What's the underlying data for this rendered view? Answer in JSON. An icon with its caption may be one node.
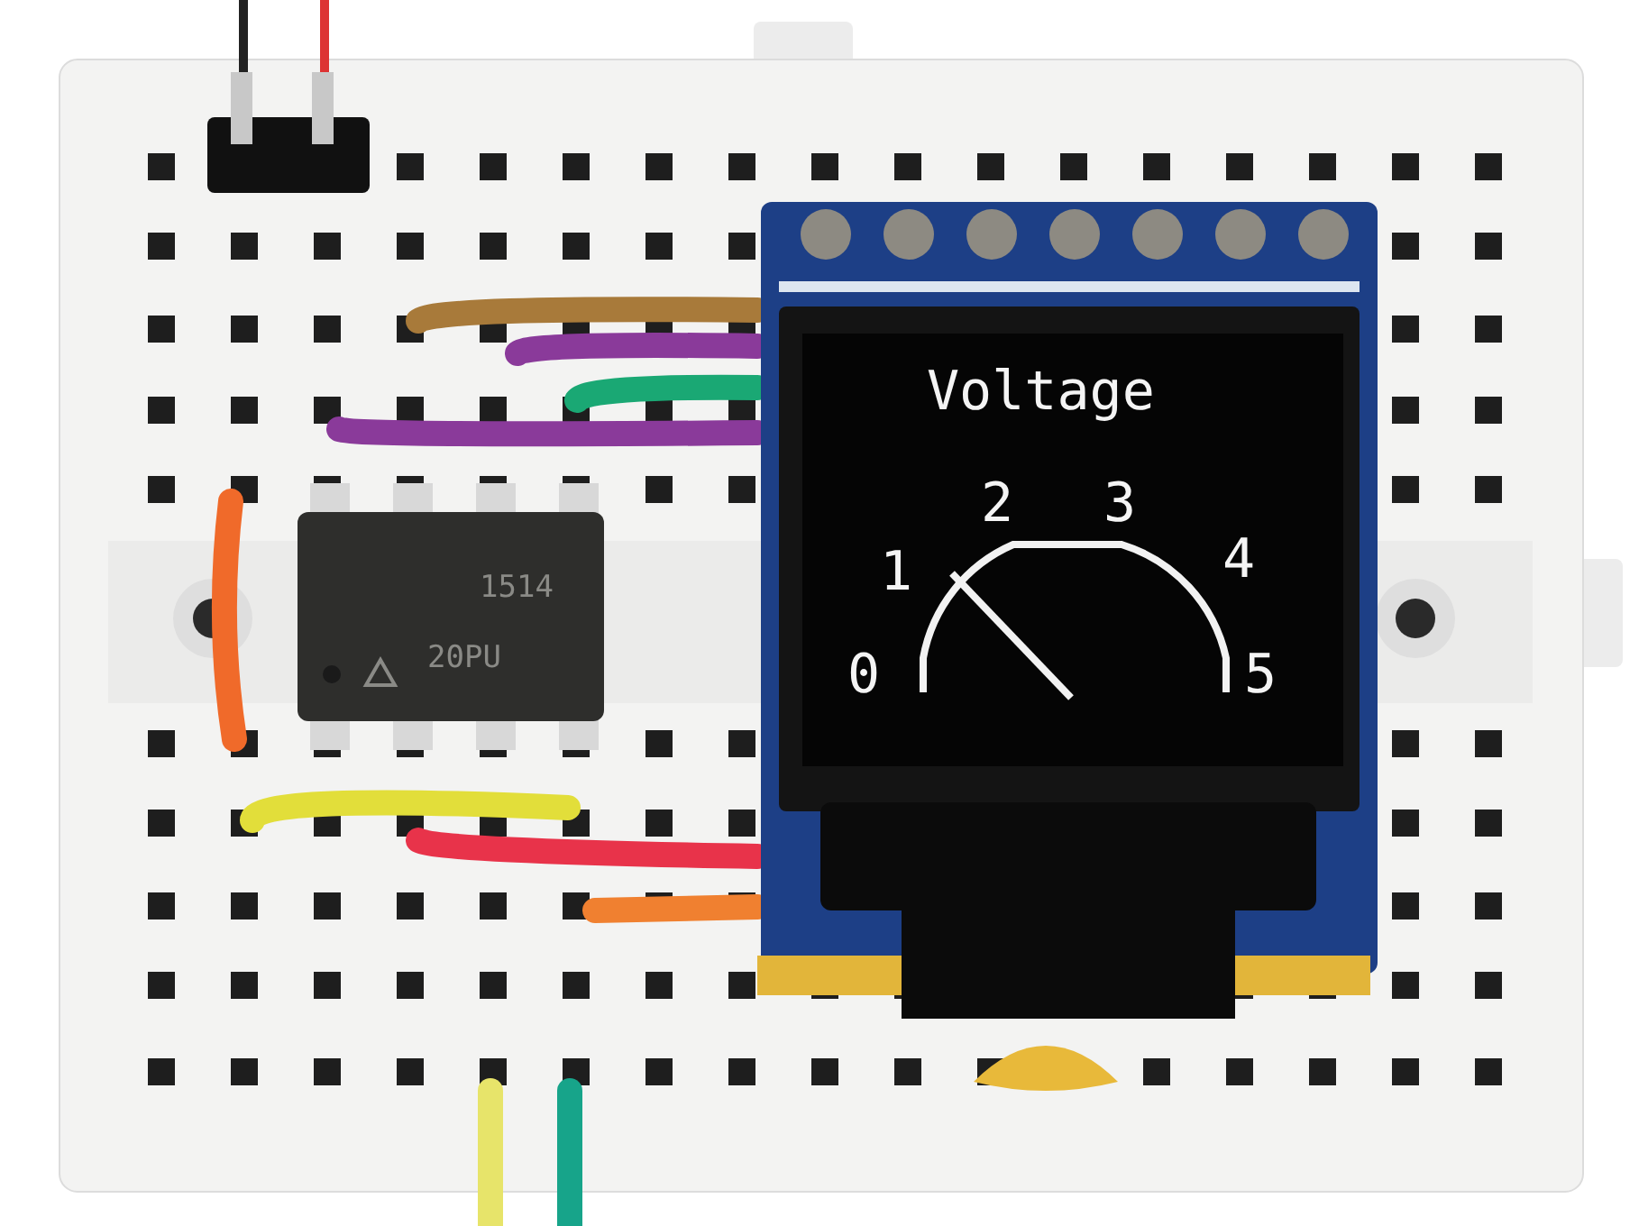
{
  "diagram": {
    "labels": [
      "Voltage",
      "2",
      "3",
      "1",
      "4",
      "1514",
      "20PU",
      "0",
      "5"
    ]
  }
}
